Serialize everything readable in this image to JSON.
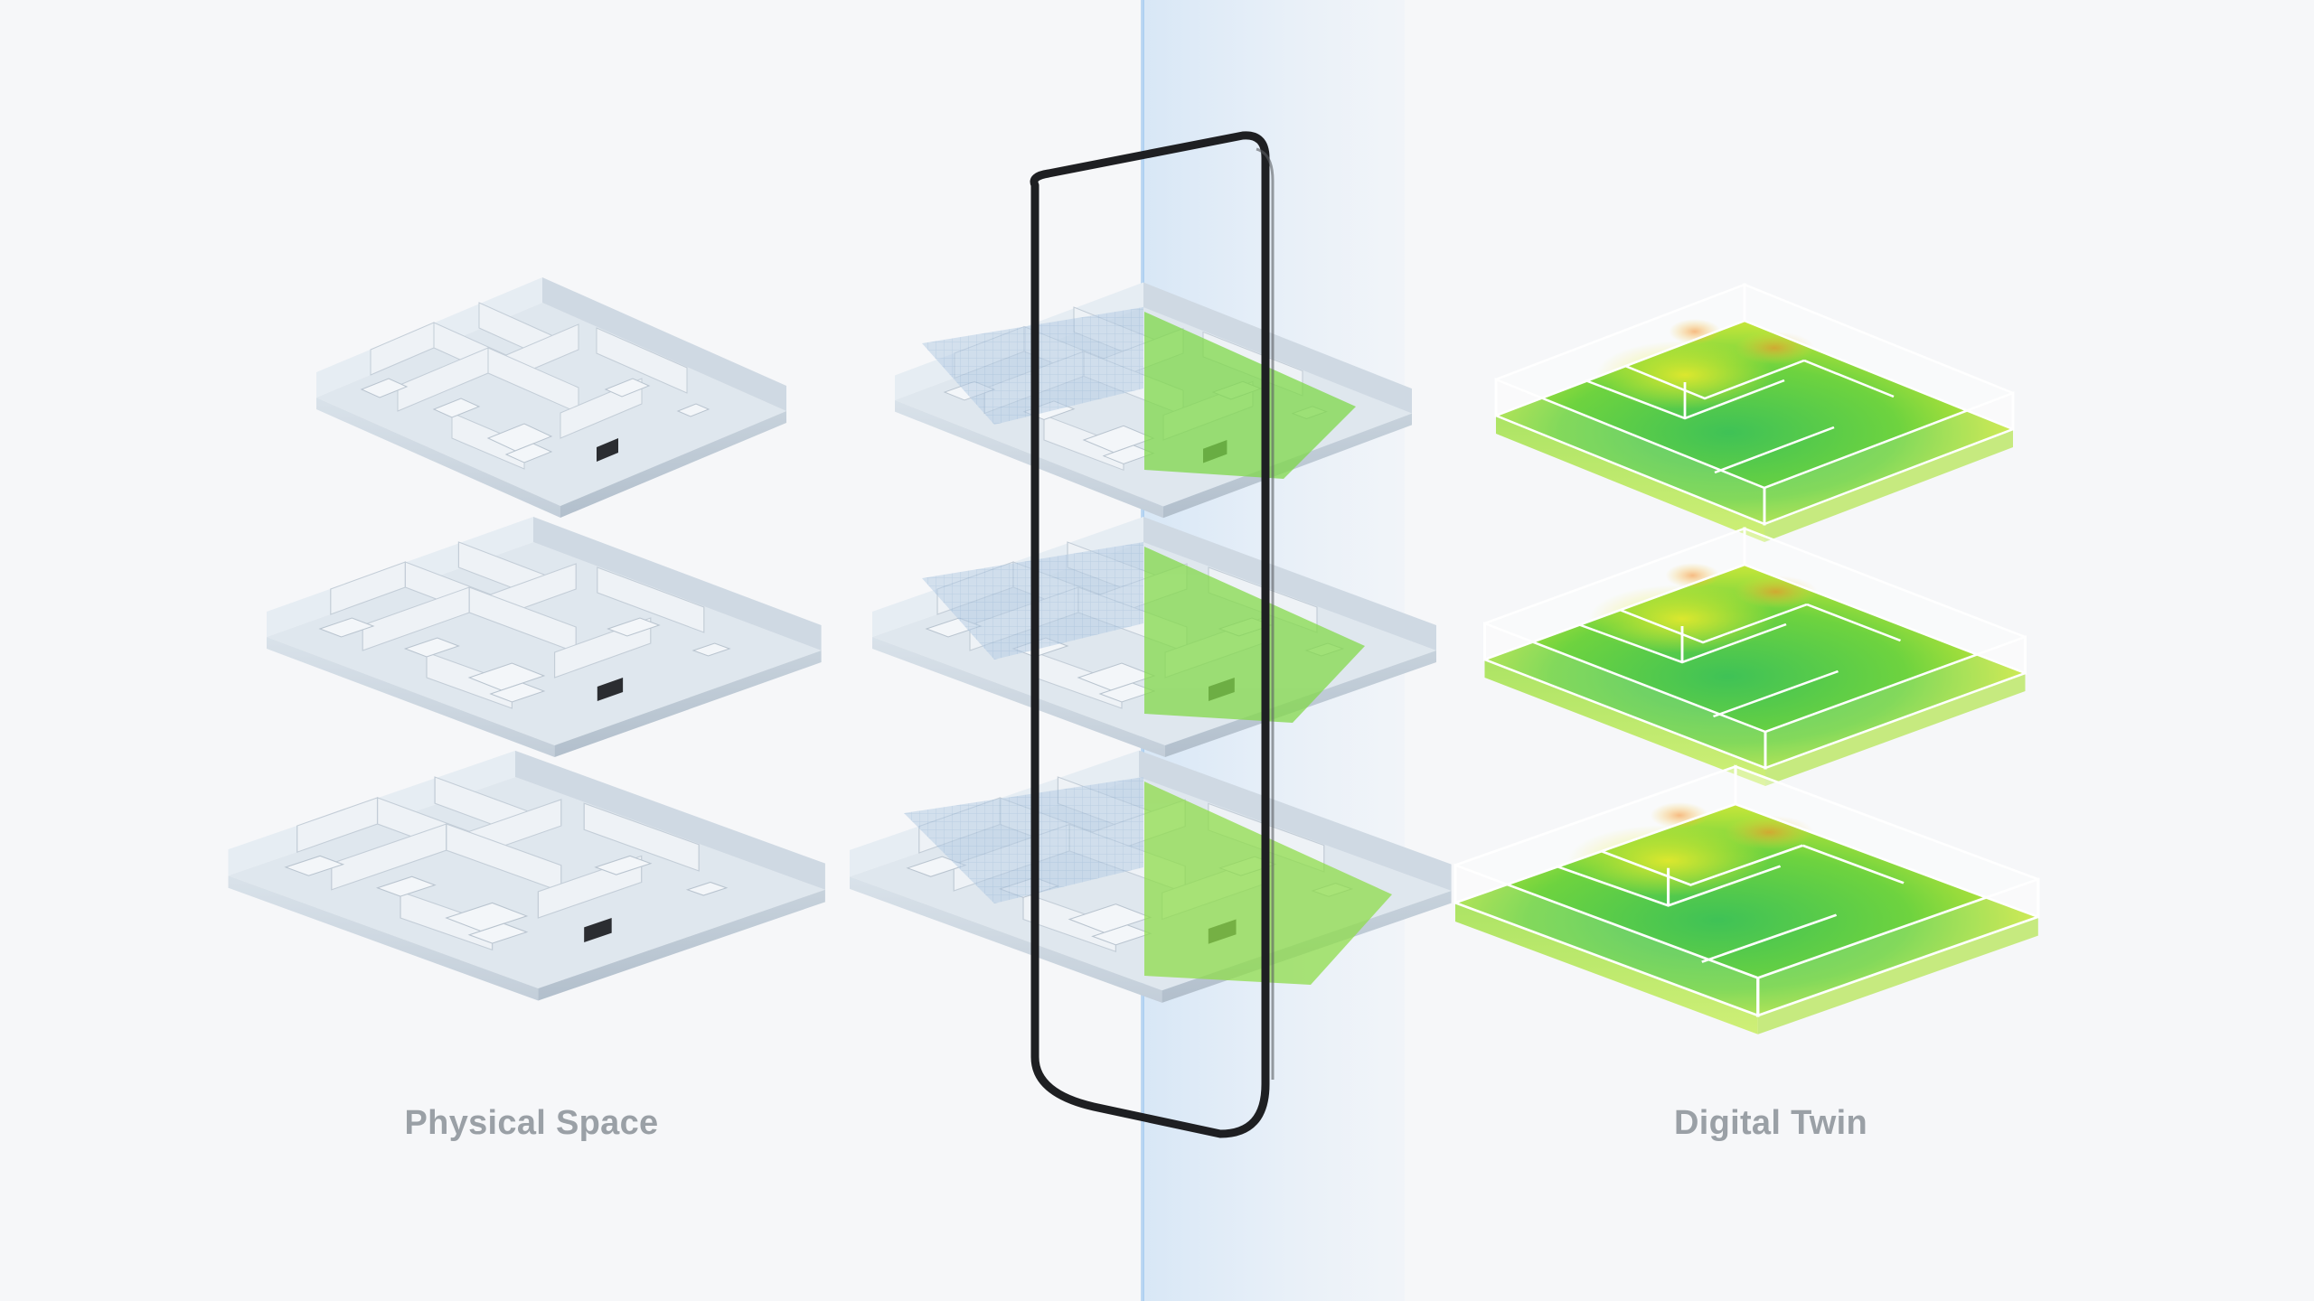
{
  "labels": {
    "left": "Physical Space",
    "right": "Digital Twin"
  },
  "icons": {
    "physical_floors": "isometric-floor-plan-model",
    "digital_floors": "signal-heatmap-floor",
    "device": "smartphone-frame",
    "scan_plane": "scan-light-plane"
  },
  "colors": {
    "background": "#f6f7f9",
    "label": "#9aa0a6",
    "model": "#cfd9e3",
    "heat_good": "#55cc44",
    "heat_mid": "#d7e83a",
    "heat_warm": "#f1a93a",
    "scan_plane": "#dbe9f7",
    "phone_frame": "#1e1f22"
  }
}
